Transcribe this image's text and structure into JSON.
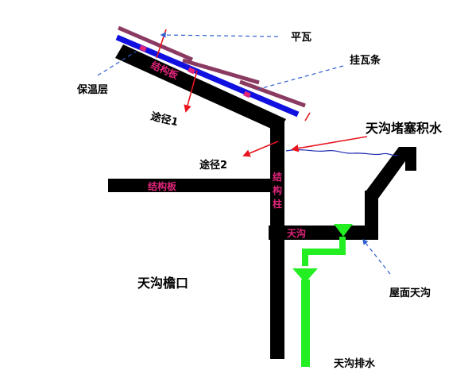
{
  "labels": {
    "flat_tile": "平瓦",
    "tile_batten": "挂瓦条",
    "insulation": "保温层",
    "path1": "途径1",
    "path2": "途径2",
    "blocked_gutter": "天沟堵塞积水",
    "structural_slab_top": "结构板",
    "structural_slab": "结构板",
    "column_chars": [
      "结",
      "构",
      "柱"
    ],
    "gutter": "天沟",
    "gutter_eave": "天沟檐口",
    "roof_gutter": "屋面天沟",
    "gutter_drain": "天沟排水"
  },
  "colors": {
    "structure": "#000000",
    "tile": "#8b3a62",
    "insulation_layer": "#1010e0",
    "arrow_red": "#e8141e",
    "callout_blue": "#3060d0",
    "drain_green": "#22ee22",
    "label_pink": "#e0257a",
    "water": "#1e2ab0"
  }
}
